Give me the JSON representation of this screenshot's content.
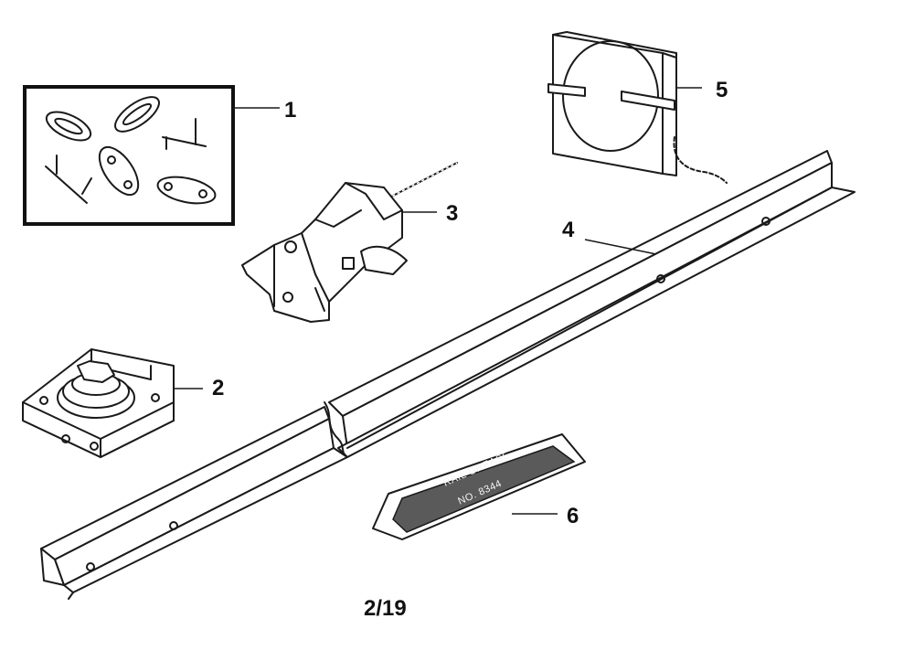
{
  "diagram": {
    "page_label": "2/19",
    "parts": [
      {
        "callout": "1",
        "name": "chain link and clevis pin kit"
      },
      {
        "callout": "2",
        "name": "sprocket idler bracket"
      },
      {
        "callout": "3",
        "name": "trolley assembly"
      },
      {
        "callout": "4",
        "name": "rail sections"
      },
      {
        "callout": "5",
        "name": "chain package"
      },
      {
        "callout": "6",
        "name": "rail grease packet"
      }
    ],
    "grease_label_line1": "RAIL GREASE",
    "grease_label_line2": "NO. 8344",
    "colors": {
      "ink": "#1a1a1a",
      "paper": "#ffffff",
      "grease": "#5a5a5a"
    }
  }
}
